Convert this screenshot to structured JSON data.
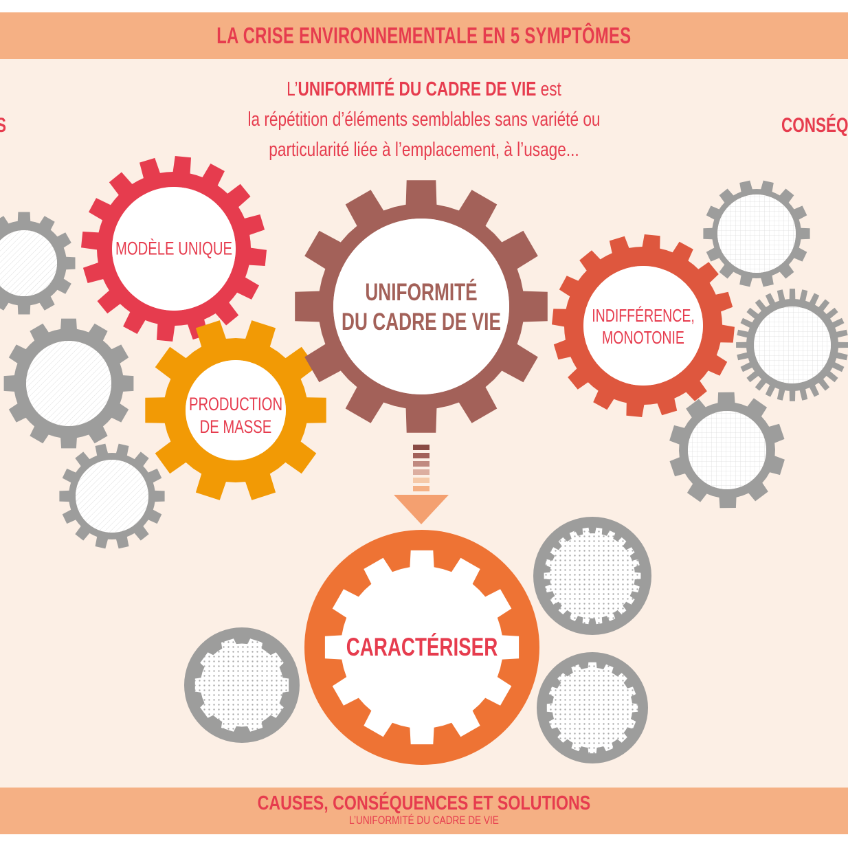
{
  "header": {
    "title": "LA CRISE ENVIRONNEMENTALE EN 5 SYMPTÔMES"
  },
  "intro": {
    "prefix": "L’",
    "term": "UNIFORMITÉ DU CADRE DE VIE",
    "suffix": " est",
    "line2": "la répétition d’éléments semblables sans variété ou",
    "line3": "particularité liée à l’emplacement, à l’usage..."
  },
  "edges": {
    "left": "S",
    "right": "CONSÉQ"
  },
  "gears": {
    "modele": "MODÈLE UNIQUE",
    "production_1": "PRODUCTION",
    "production_2": "DE MASSE",
    "center_1": "UNIFORMITÉ",
    "center_2": "DU CADRE DE VIE",
    "indiff_1": "INDIFFÉRENCE,",
    "indiff_2": "MONOTONIE",
    "caracteriser": "CARACTÉRISER"
  },
  "colors": {
    "red": "#e63c4e",
    "orange": "#f29a05",
    "brown": "#a36159",
    "vermilion": "#de573e",
    "caract": "#ee7334",
    "gray": "#9d9d9c",
    "band": "#f5b084",
    "bg": "#fcefe5"
  },
  "footer": {
    "title": "CAUSES, CONSÉQUENCES ET SOLUTIONS",
    "subtitle": "L’UNIFORMITÉ DU CADRE DE VIE"
  }
}
